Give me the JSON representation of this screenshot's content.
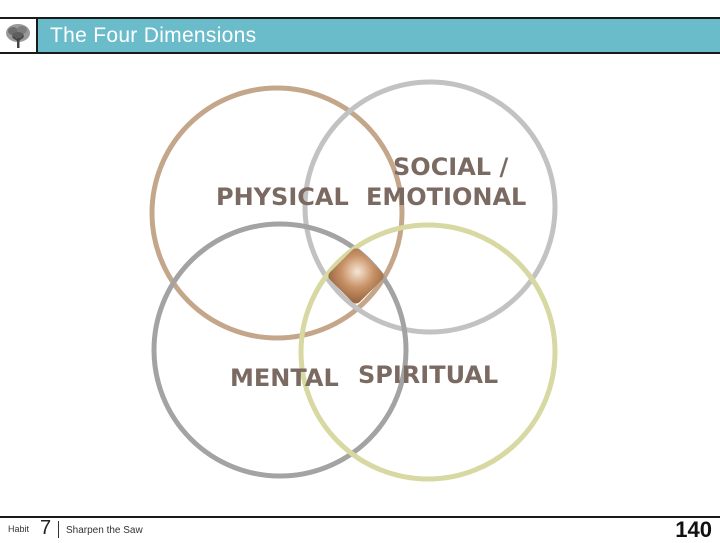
{
  "header": {
    "title": "The Four Dimensions"
  },
  "diagram": {
    "dimensions": [
      {
        "id": "physical",
        "label": "PHYSICAL",
        "color": "#c4a68a"
      },
      {
        "id": "social",
        "label_line1": "SOCIAL /",
        "label_line2": "EMOTIONAL",
        "color": "#c2c2c2"
      },
      {
        "id": "mental",
        "label": "MENTAL",
        "color": "#a3a3a3"
      },
      {
        "id": "spiritual",
        "label": "SPIRITUAL",
        "color": "#d7d8a2"
      }
    ],
    "center_color": "#b88058",
    "label_color": "#7a6a62"
  },
  "footer": {
    "habit_label": "Habit",
    "habit_number": "7",
    "subtitle": "Sharpen the Saw",
    "page_number": "140"
  },
  "colors": {
    "header_bg": "#6bbccb",
    "header_text": "#ffffff"
  }
}
